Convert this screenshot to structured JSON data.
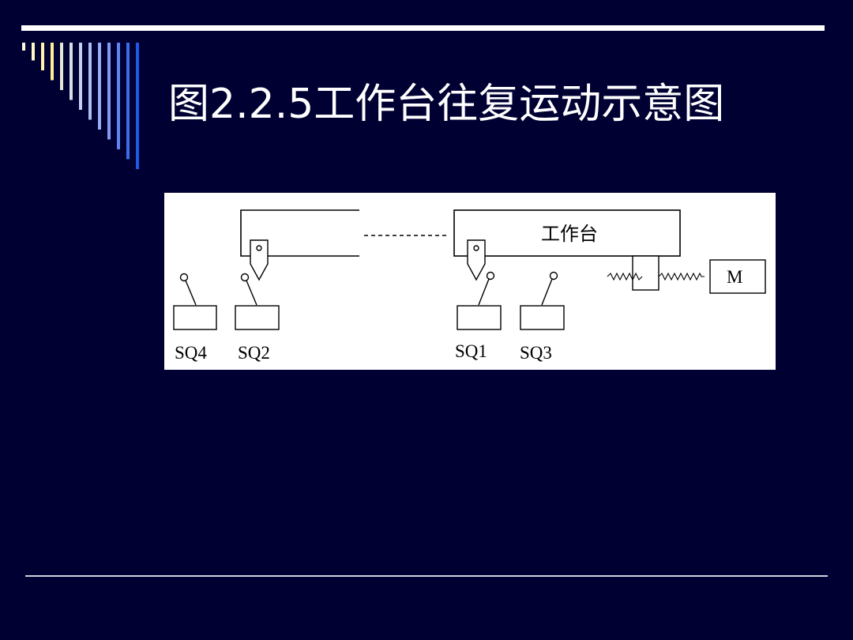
{
  "slide": {
    "title": "图2.2.5工作台往复运动示意图"
  },
  "diagram": {
    "table_label": "工作台",
    "motor_label": "M",
    "switches": [
      {
        "label": "SQ4"
      },
      {
        "label": "SQ2"
      },
      {
        "label": "SQ1"
      },
      {
        "label": "SQ3"
      }
    ]
  },
  "colors": {
    "background": "#000033",
    "stripes": [
      "#fffbe0",
      "#fff8c8",
      "#fff3b0",
      "#ffee99",
      "#e6e8d6",
      "#d8dde8",
      "#c5cfee",
      "#aebff2",
      "#96aef3",
      "#7f9cf1",
      "#5f86ee",
      "#3c6de8",
      "#1e5ae4"
    ]
  }
}
